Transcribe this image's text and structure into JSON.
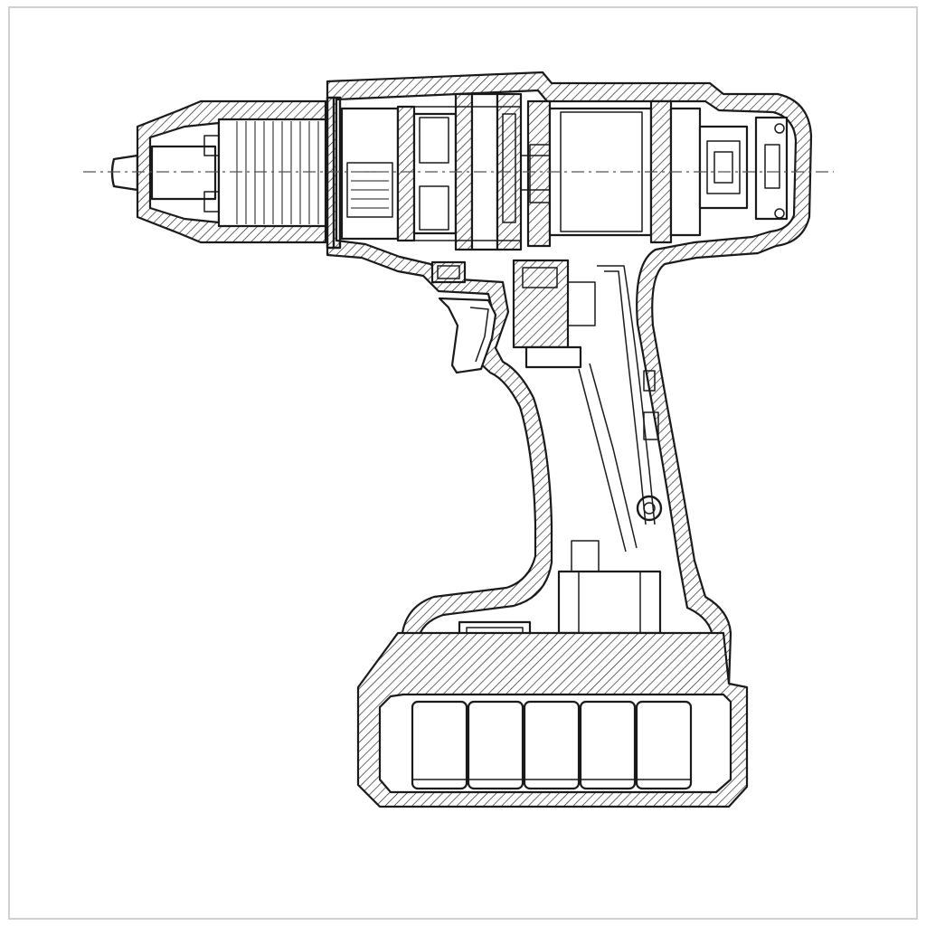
{
  "drawing": {
    "style": "technical cross-section line art",
    "colors": {
      "line": "#1a1a1a",
      "background": "#ffffff",
      "hatch": "#1a1a1a",
      "centerline": "#555555"
    },
    "parts": [
      "frame",
      "centerline",
      "drill-housing-shell",
      "chuck",
      "clutch-ring",
      "gearbox",
      "motor",
      "motor-end-cap",
      "trigger",
      "switch-module",
      "handle-wiring",
      "terminal-block",
      "controller-board",
      "battery-pack",
      "battery-cells"
    ],
    "battery_cell_count": 5
  }
}
